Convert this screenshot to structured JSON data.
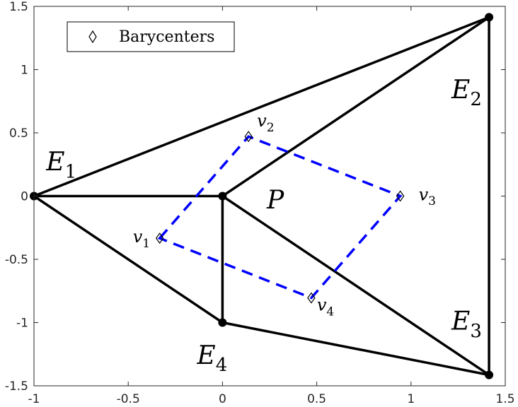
{
  "chart_data": {
    "type": "diagram",
    "xlim": [
      -1,
      1.5
    ],
    "ylim": [
      -1.5,
      1.5
    ],
    "xticks": [
      "-1",
      "-0.5",
      "0",
      "0.5",
      "1",
      "1.5"
    ],
    "xtick_values": [
      -1,
      -0.5,
      0,
      0.5,
      1,
      1.5
    ],
    "yticks": [
      "1.5",
      "1",
      "0.5",
      "0",
      "-0.5",
      "-1",
      "-1.5"
    ],
    "ytick_values": [
      1.5,
      1,
      0.5,
      0,
      -0.5,
      -1,
      -1.5
    ],
    "vertices": [
      {
        "x": -1,
        "y": 0
      },
      {
        "x": 0,
        "y": 0
      },
      {
        "x": 1.414,
        "y": 1.414
      },
      {
        "x": 1.414,
        "y": -1.414
      },
      {
        "x": 0,
        "y": -1
      }
    ],
    "edges": [
      [
        [
          -1,
          0
        ],
        [
          1.414,
          1.414
        ]
      ],
      [
        [
          -1,
          0
        ],
        [
          0,
          0
        ]
      ],
      [
        [
          -1,
          0
        ],
        [
          0,
          -1
        ]
      ],
      [
        [
          0,
          0
        ],
        [
          1.414,
          1.414
        ]
      ],
      [
        [
          0,
          0
        ],
        [
          1.414,
          -1.414
        ]
      ],
      [
        [
          0,
          0
        ],
        [
          0,
          -1
        ]
      ],
      [
        [
          0,
          -1
        ],
        [
          1.414,
          -1.414
        ]
      ],
      [
        [
          1.414,
          1.414
        ],
        [
          1.414,
          -1.414
        ]
      ]
    ],
    "barycenters": [
      {
        "label": "v",
        "sub": "1",
        "x": -0.333,
        "y": -0.333
      },
      {
        "label": "v",
        "sub": "2",
        "x": 0.138,
        "y": 0.471
      },
      {
        "label": "v",
        "sub": "3",
        "x": 0.943,
        "y": 0.0
      },
      {
        "label": "v",
        "sub": "4",
        "x": 0.471,
        "y": -0.805
      }
    ],
    "region_labels": [
      {
        "label": "E",
        "sub": "1",
        "x": -0.86,
        "y": 0.27
      },
      {
        "label": "E",
        "sub": "2",
        "x": 1.29,
        "y": 0.84
      },
      {
        "label": "E",
        "sub": "3",
        "x": 1.29,
        "y": -0.99
      },
      {
        "label": "E",
        "sub": "4",
        "x": -0.06,
        "y": -1.26
      },
      {
        "label": "P",
        "sub": "",
        "x": 0.31,
        "y": -0.03
      }
    ],
    "legend": {
      "entries": [
        "Barycenters"
      ],
      "position": "top-left"
    },
    "colors": {
      "edges": "#000000",
      "dashed": "#0000ff",
      "axes": "#262626"
    }
  }
}
